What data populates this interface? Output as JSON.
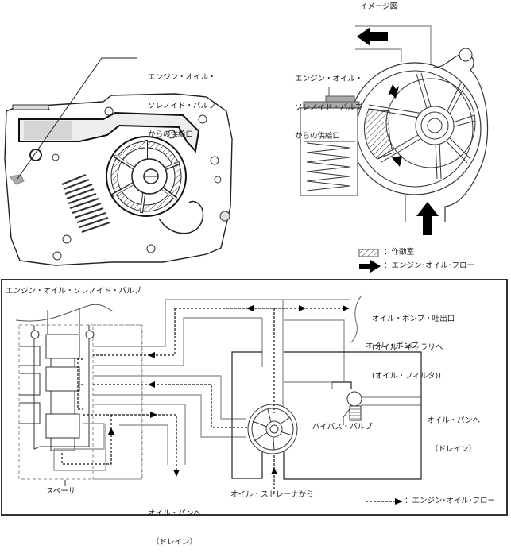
{
  "top_left": {
    "supply_port_label": [
      "エンジン・オイル・",
      "ソレノイド・バルブ",
      "からの供給口"
    ]
  },
  "top_right": {
    "title": "イメージ図",
    "supply_port_label": [
      "エンジン・オイル・",
      "ソレノイド・バルブ",
      "からの供給口"
    ],
    "legend": [
      {
        "symbol": "hatched-box",
        "label": "：作動室"
      },
      {
        "symbol": "solid-arrow",
        "label": "：エンジン･オイル･フロー"
      }
    ]
  },
  "bottom": {
    "solenoid_valve_label": "エンジン・オイル・ソレノイド・バルブ",
    "pump_outlet_label": [
      "オイル・ポンプ・吐出口",
      "(オイル・ギャラリへ",
      "(オイル・フィルタ))"
    ],
    "oil_pump_label": "オイル・ポンプ",
    "oil_pan_right_label": [
      "オイル・パンへ",
      "（ドレイン）"
    ],
    "bypass_valve_label": "バイパス・バルブ",
    "spacer_label": "スペーサ",
    "oil_pan_bottom_label": [
      "オイル・パンへ",
      "（ドレイン）"
    ],
    "strainer_label": "オイル・ストレーナから",
    "legend": {
      "symbol": "dashed-arrow",
      "label": "：エンジン･オイル･フロー"
    }
  }
}
